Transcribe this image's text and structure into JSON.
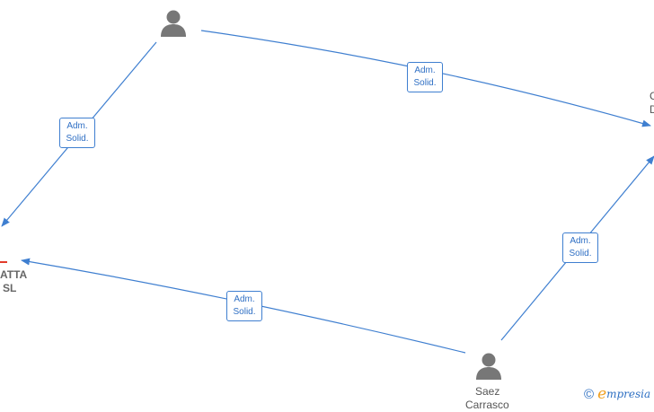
{
  "edges": [
    {
      "label_line1": "Adm.",
      "label_line2": "Solid."
    },
    {
      "label_line1": "Adm.",
      "label_line2": "Solid."
    },
    {
      "label_line1": "Adm.",
      "label_line2": "Solid."
    },
    {
      "label_line1": "Adm.",
      "label_line2": "Solid."
    }
  ],
  "nodes": {
    "company_left": {
      "line1": "ATTA",
      "line2": "SL"
    },
    "person_bottom": {
      "line1": "Saez",
      "line2": "Carrasco"
    },
    "node_right": {
      "line1": "C",
      "line2": "D"
    }
  },
  "brand": {
    "copyright": "©",
    "e": "e",
    "rest": "mpresia"
  },
  "colors": {
    "edge": "#3f7fd0",
    "person": "#777777",
    "company_mark": "#e23b2a"
  }
}
